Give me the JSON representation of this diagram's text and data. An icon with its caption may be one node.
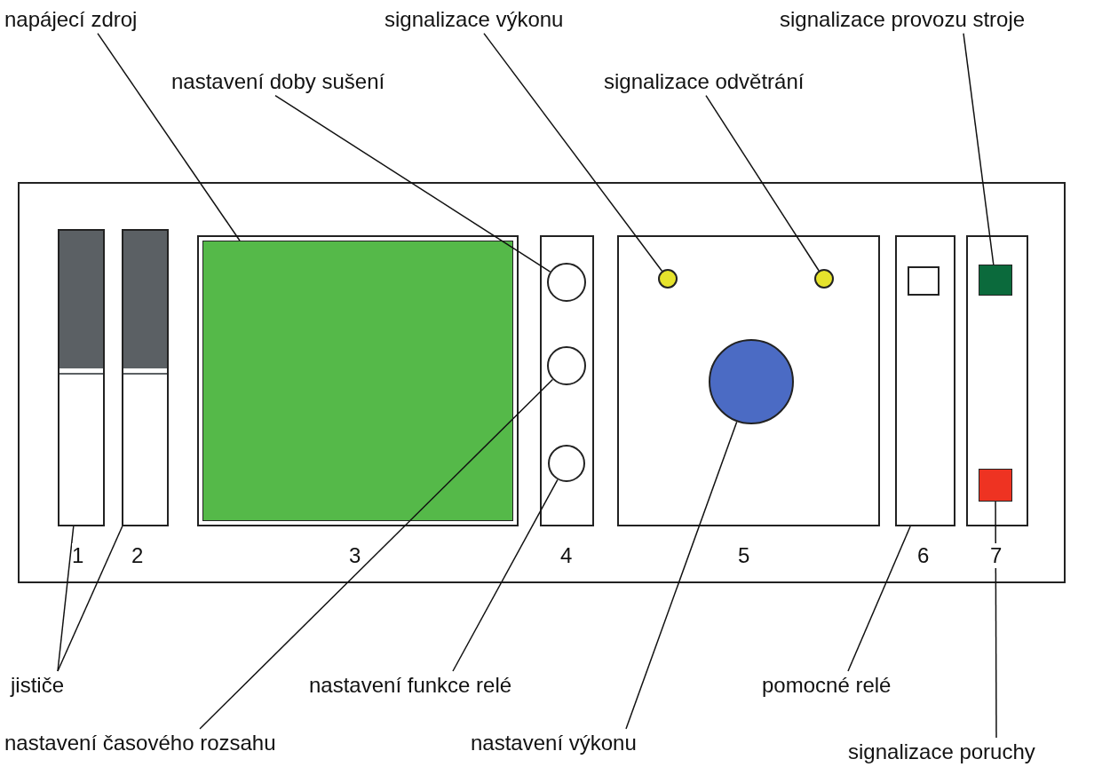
{
  "diagram": {
    "nodes": [
      {
        "text": [
          "napájecí zdroj"
        ]
      },
      {
        "text": [
          "signalizace výkonu"
        ]
      },
      {
        "text": [
          "signalizace provozu stroje"
        ]
      },
      {
        "text": [
          "nastavení doby sušení"
        ]
      },
      {
        "text": [
          "signalizace odvětrání"
        ]
      },
      {
        "text": [
          "jističe"
        ]
      },
      {
        "text": [
          "nastavení funkce relé"
        ]
      },
      {
        "text": [
          "pomocné relé"
        ]
      },
      {
        "text": [
          "nastavení časového rozsahu"
        ]
      },
      {
        "text": [
          "nastavení výkonu"
        ]
      },
      {
        "text": [
          "signalizace poruchy"
        ]
      },
      {
        "text": [],
        "shape": "bar"
      },
      {
        "text": [],
        "shape": "bar"
      },
      {
        "text": [],
        "shape": "box"
      },
      {
        "text": [],
        "shape": "circle"
      },
      {
        "text": [],
        "shape": "circle"
      },
      {
        "text": [],
        "shape": "circle"
      },
      {
        "text": [],
        "shape": "circle"
      },
      {
        "text": [],
        "shape": "circle"
      },
      {
        "text": [],
        "shape": "circle"
      },
      {
        "text": [],
        "shape": "box"
      },
      {
        "text": [],
        "shape": "box"
      },
      {
        "text": [],
        "shape": "box"
      }
    ],
    "edges": [
      {
        "from": 0,
        "to": 13,
        "arrow": "none"
      },
      {
        "from": 1,
        "to": 17,
        "arrow": "none"
      },
      {
        "from": 2,
        "to": 21,
        "arrow": "none"
      },
      {
        "from": 3,
        "to": 14,
        "arrow": "none"
      },
      {
        "from": 4,
        "to": 18,
        "arrow": "none"
      },
      {
        "from": 5,
        "to": 11,
        "arrow": "none"
      },
      {
        "from": 5,
        "to": 12,
        "arrow": "none"
      },
      {
        "from": 6,
        "to": 16,
        "arrow": "none"
      },
      {
        "from": 7,
        "to": 20,
        "arrow": "none"
      },
      {
        "from": 8,
        "to": 15,
        "arrow": "none"
      },
      {
        "from": 9,
        "to": 19,
        "arrow": "none"
      },
      {
        "from": 10,
        "to": 22,
        "arrow": "none"
      }
    ],
    "labels": [
      "1",
      "2",
      "3",
      "4",
      "5",
      "6",
      "7"
    ]
  }
}
